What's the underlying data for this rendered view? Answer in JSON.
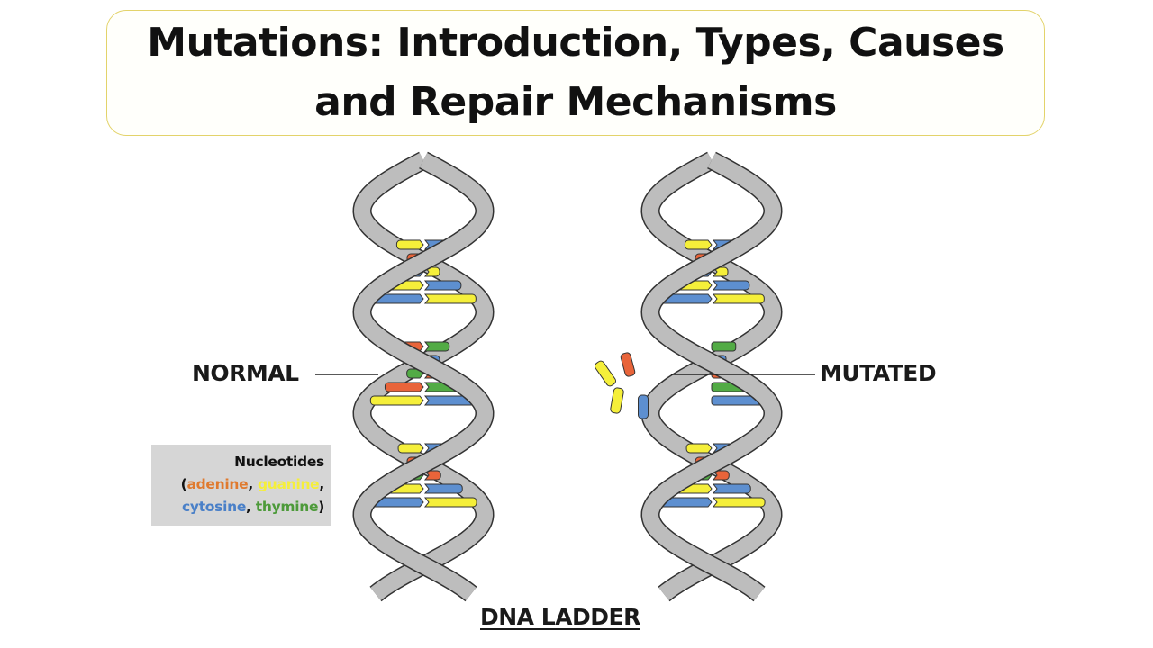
{
  "title": {
    "line1": "Mutations: Introduction, Types, Causes",
    "line2": "and Repair Mechanisms"
  },
  "labels": {
    "normal": "NORMAL",
    "mutated": "MUTATED",
    "caption": "DNA LADDER"
  },
  "legend": {
    "heading": "Nucleotides",
    "open_paren": "(",
    "adenine": "adenine",
    "sep1": ", ",
    "guanine": "guanine",
    "sep2": ",",
    "cytosine": "cytosine",
    "sep3": ", ",
    "thymine": "thymine",
    "close_paren": ")"
  },
  "colors": {
    "adenine": "#e8643a",
    "guanine": "#f5ef3a",
    "cytosine": "#5d8fd0",
    "thymine": "#52ab45",
    "backbone": "#bdbdbd",
    "outline": "#333333",
    "title_border": "#e3d36a"
  }
}
